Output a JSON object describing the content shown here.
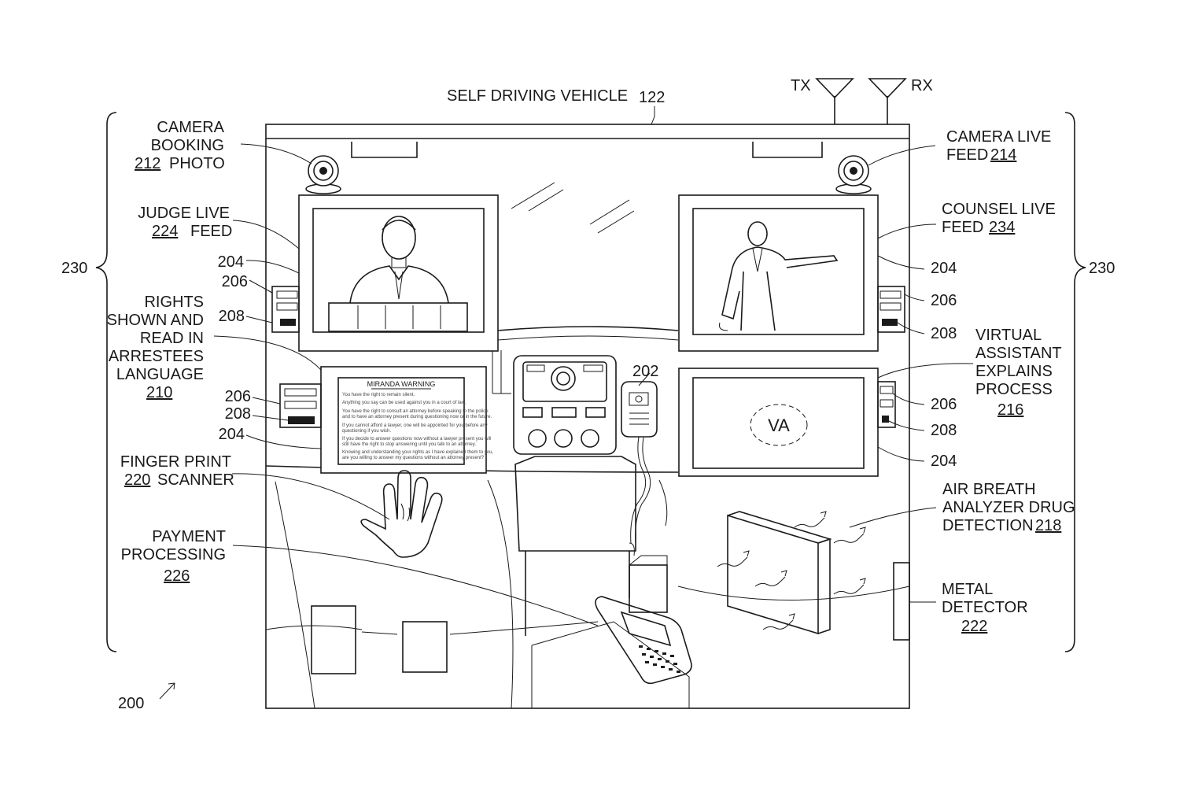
{
  "figure_number": "200",
  "vehicle": {
    "label": "SELF DRIVING VEHICLE",
    "ref": "122"
  },
  "antennas": {
    "tx": "TX",
    "rx": "RX"
  },
  "group_ref": "230",
  "labels": {
    "camera_booking": [
      "CAMERA",
      "BOOKING"
    ],
    "camera_booking_ref": "212",
    "camera_booking_tail": "PHOTO",
    "camera_live": [
      "CAMERA LIVE",
      "FEED"
    ],
    "camera_live_ref": "214",
    "judge_live": "JUDGE LIVE",
    "judge_ref": "224",
    "judge_tail": "FEED",
    "counsel_live": "COUNSEL LIVE",
    "counsel_head": "FEED",
    "counsel_ref": "234",
    "rights": [
      "RIGHTS",
      "SHOWN AND",
      "READ IN",
      "ARRESTEES",
      "LANGUAGE"
    ],
    "rights_ref": "210",
    "virtual_assistant": [
      "VIRTUAL",
      "ASSISTANT",
      "EXPLAINS",
      "PROCESS"
    ],
    "virtual_assistant_ref": "216",
    "finger_print": "FINGER PRINT",
    "finger_ref": "220",
    "finger_tail": "SCANNER",
    "payment": [
      "PAYMENT",
      "PROCESSING"
    ],
    "payment_ref": "226",
    "air_breath": [
      "AIR BREATH",
      "ANALYZER DRUG",
      "DETECTION"
    ],
    "air_breath_ref": "218",
    "metal": [
      "METAL",
      "DETECTOR"
    ],
    "metal_ref": "222",
    "radio_ref": "202"
  },
  "refs": {
    "display": "204",
    "speaker": "206",
    "card_slot": "208"
  },
  "va_badge": "VA",
  "miranda": {
    "title": "MIRANDA WARNING",
    "lines": [
      "You have the right to remain silent.",
      "Anything you say can be used against you in a court of law.",
      "You have the right to consult an attorney before speaking to the police",
      "and to have an attorney present during questioning now or in the future.",
      "If you cannot afford a lawyer, one will be appointed for you before any",
      "questioning if you wish.",
      "If you decide to answer questions now without a lawyer present you will",
      "still have the right to stop answering until you talk to an attorney.",
      "Knowing and understanding your rights as I have explained them to you,",
      "are you willing to answer my questions without an attorney present?"
    ]
  }
}
